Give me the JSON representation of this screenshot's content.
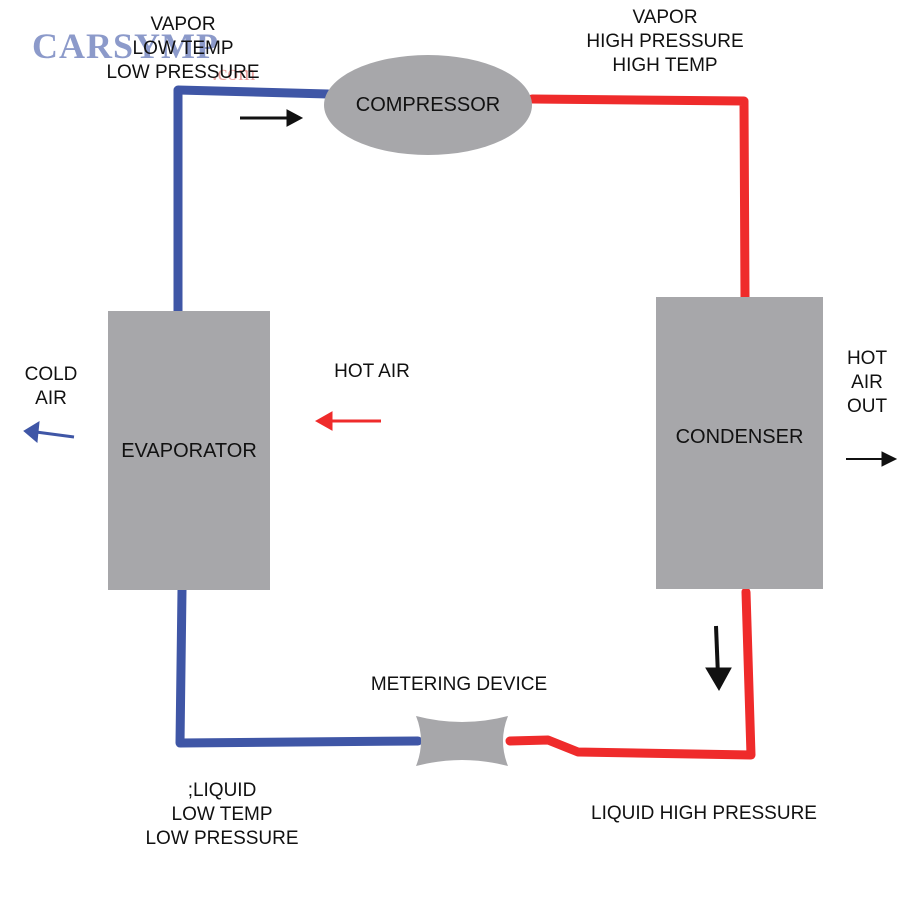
{
  "logo": {
    "text": "CARSYMP",
    "suffix": ".com",
    "color": "#3f56a6",
    "suffix_color": "#d9534f"
  },
  "components": {
    "compressor": "COMPRESSOR",
    "evaporator": "EVAPORATOR",
    "condenser": "CONDENSER",
    "metering_device": "METERING DEVICE"
  },
  "states": {
    "suction": [
      "VAPOR",
      "LOW TEMP",
      "LOW PRESSURE"
    ],
    "discharge": [
      "VAPOR",
      "HIGH PRESSURE",
      "HIGH TEMP"
    ],
    "liquid_high": "LIQUID HIGH PRESSURE",
    "liquid_low": [
      ";LIQUID",
      "LOW TEMP",
      "LOW PRESSURE"
    ]
  },
  "air": {
    "cold_air": [
      "COLD",
      "AIR"
    ],
    "hot_air_in": "HOT AIR",
    "hot_air_out": [
      "HOT",
      "AIR",
      "OUT"
    ]
  },
  "colors": {
    "low_side_line": "#3f56a6",
    "high_side_line": "#ef2b2b",
    "component_fill": "#a7a7aa",
    "arrow_black": "#111111",
    "cold_arrow": "#3f56a6",
    "hot_arrow": "#ef2b2b"
  }
}
